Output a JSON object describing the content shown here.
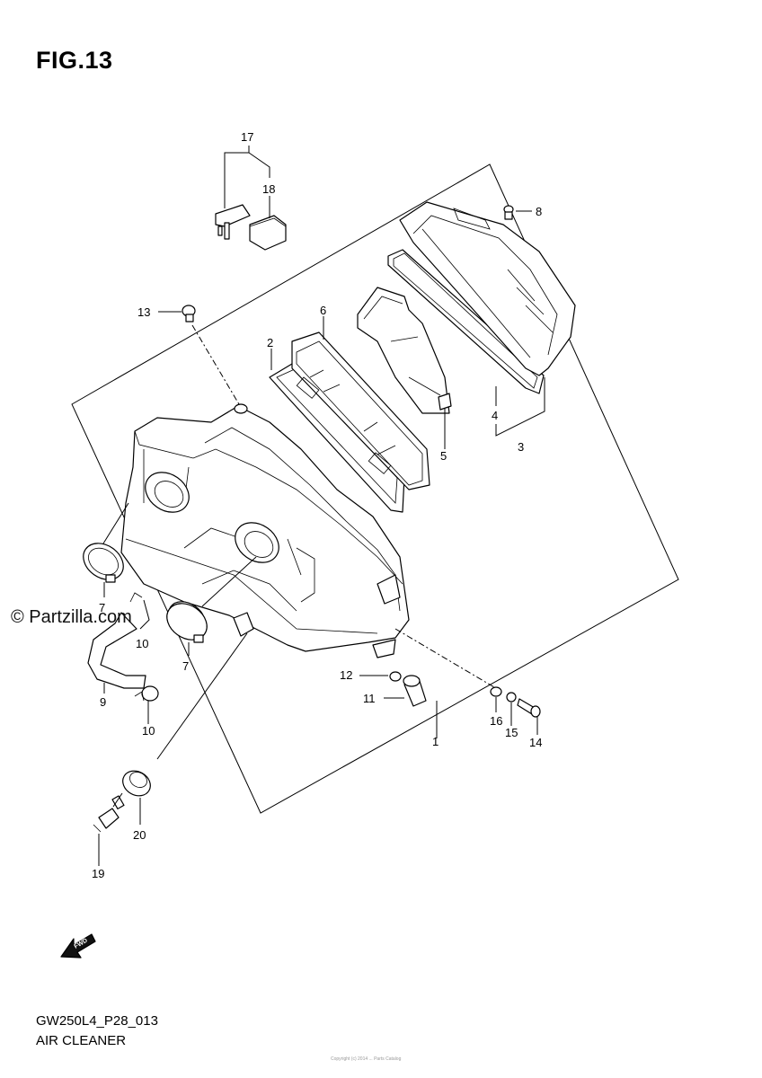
{
  "figure": {
    "title": "FIG.13",
    "code": "GW250L4_P28_013",
    "name": "AIR CLEANER"
  },
  "watermark": "© Partzilla.com",
  "fineprint": "Copyright (c) 2014 ... Parts Catalog",
  "fwd_label": "FWD",
  "callouts": {
    "c1": "1",
    "c2": "2",
    "c3": "3",
    "c4": "4",
    "c5": "5",
    "c6": "6",
    "c7a": "7",
    "c7b": "7",
    "c8": "8",
    "c9": "9",
    "c10a": "10",
    "c10b": "10",
    "c11": "11",
    "c12": "12",
    "c13": "13",
    "c14": "14",
    "c15": "15",
    "c16": "16",
    "c17": "17",
    "c18": "18",
    "c19": "19",
    "c20": "20"
  }
}
